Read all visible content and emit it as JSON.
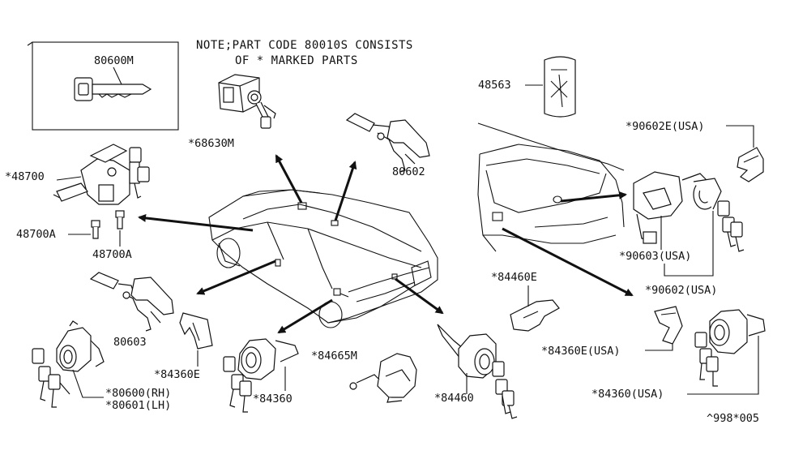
{
  "note": {
    "line1": "NOTE;PART CODE 80010S CONSISTS",
    "line2": "OF * MARKED PARTS"
  },
  "labels": {
    "p80600M": "80600M",
    "p68630M": "*68630M",
    "p48700": "*48700",
    "p48700A_left": "48700A",
    "p48700A_bottom": "48700A",
    "p80602": "80602",
    "p48563": "48563",
    "p90602E_usa": "*90602E(USA)",
    "p90603_usa": "*90603(USA)",
    "p90602_usa": "*90602(USA)",
    "p80603": "80603",
    "p84360E": "*84360E",
    "p80600_rh": "*80600(RH)",
    "p80601_lh": "*80601(LH)",
    "p84360": "*84360",
    "p84665M": "*84665M",
    "p84460": "*84460",
    "p84460E": "*84460E",
    "p84360E_usa": "*84360E(USA)",
    "p84360_usa": "*84360(USA)"
  },
  "footer": {
    "diagram_code": "^998*005"
  }
}
